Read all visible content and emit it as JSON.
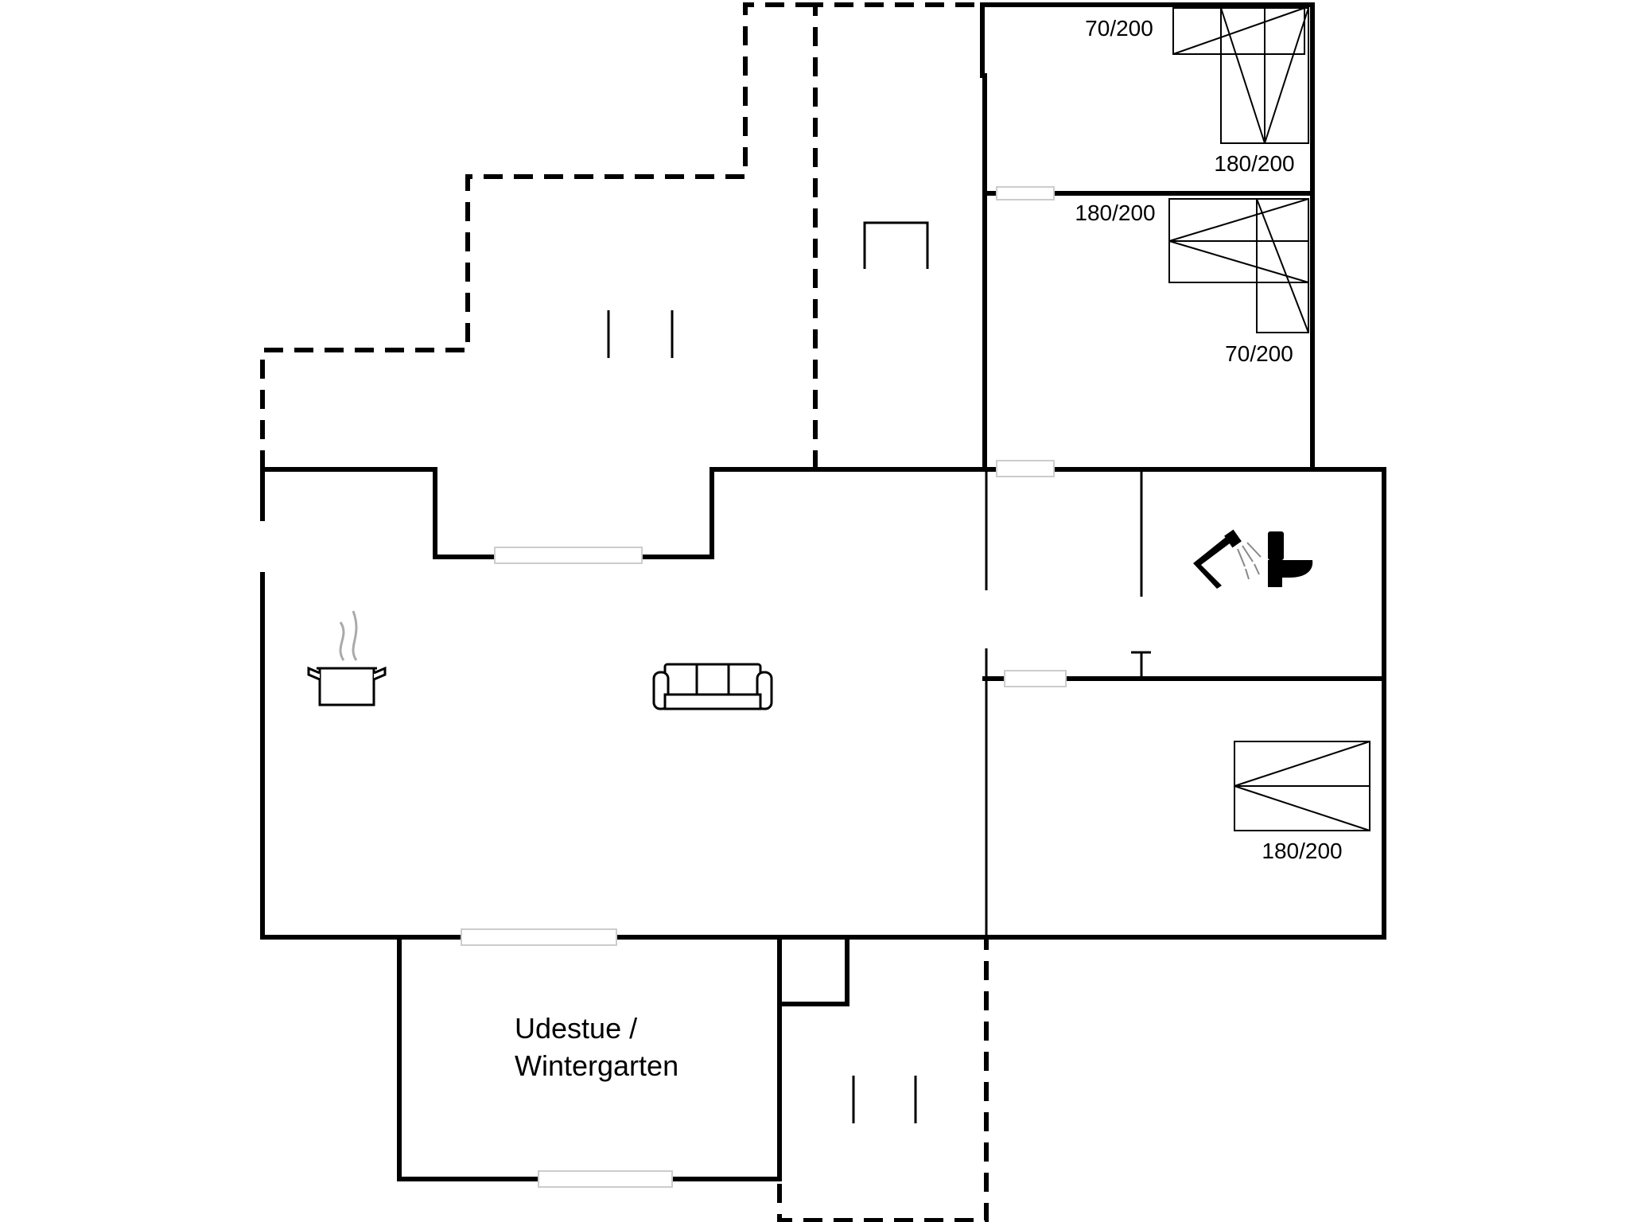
{
  "colors": {
    "walls": "#000000",
    "background": "#ffffff",
    "window": "#cccccc"
  },
  "beds": {
    "bed1_single": "70/200",
    "bed1_double": "180/200",
    "bed2_double": "180/200",
    "bed2_single": "70/200",
    "bed3_double": "180/200"
  },
  "rooms": {
    "conservatory_line1": "Udestue /",
    "conservatory_line2": "Wintergarten"
  },
  "icons": [
    "cooking-pot-icon",
    "sofa-icon",
    "shower-icon",
    "toilet-icon"
  ]
}
